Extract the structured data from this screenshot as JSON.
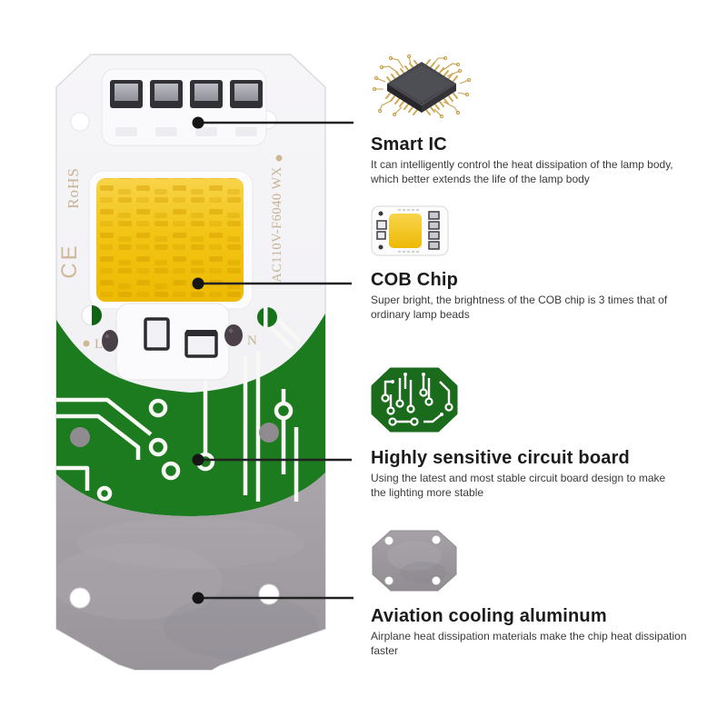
{
  "product": {
    "markings": {
      "rohs": "RoHS",
      "ce": "CE",
      "model": "AC110V-F6040 WX",
      "terminal_live": "L",
      "terminal_neutral": "N"
    },
    "colors": {
      "cob_yellow": "#f2c413",
      "pcb_green": "#1c7a1f",
      "aluminum_gray": "#a19da2",
      "marking_tan": "#c6b394",
      "callout_line": "#222222"
    }
  },
  "callouts": [
    {
      "icon": "smart-ic-chip-icon",
      "title": "Smart IC",
      "description": "It can intelligently control the heat dissipation of the lamp body,\nwhich better extends the life of the lamp body"
    },
    {
      "icon": "cob-chip-icon",
      "title": "COB Chip",
      "description": "Super bright, the brightness of the COB chip is 3 times that of\nordinary lamp beads"
    },
    {
      "icon": "circuit-board-icon",
      "title": "Highly sensitive circuit board",
      "description": "Using the latest and most stable circuit board design to make\nthe lighting more stable"
    },
    {
      "icon": "aluminum-plate-icon",
      "title": "Aviation cooling aluminum",
      "description": "Airplane heat dissipation materials make the chip heat dissipation\nfaster"
    }
  ]
}
